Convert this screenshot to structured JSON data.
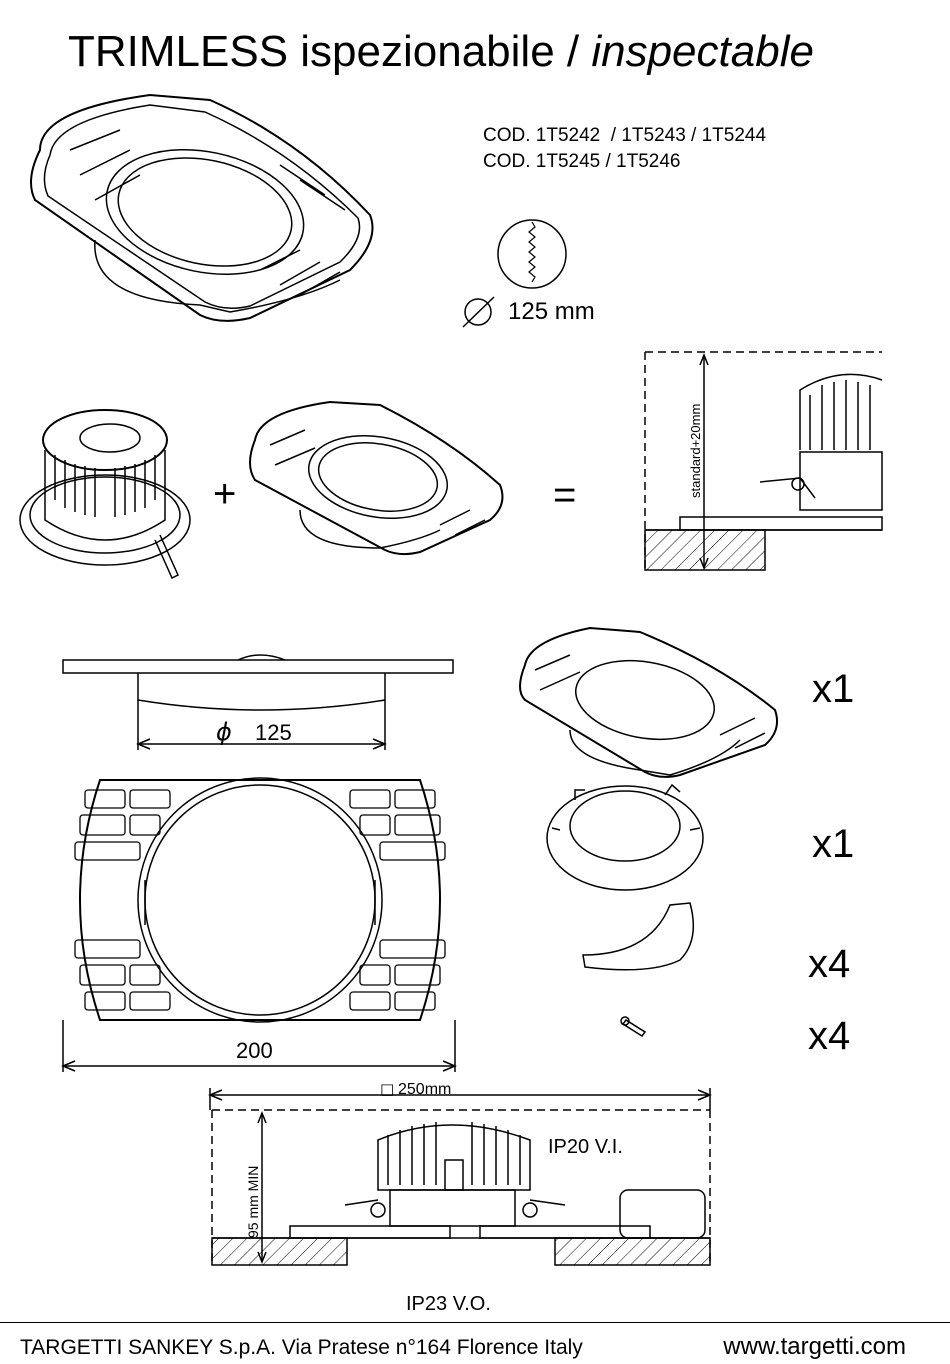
{
  "title": {
    "main": "TRIMLESS ispezionabile / ",
    "italic": "inspectable"
  },
  "codes": {
    "line1": "COD. 1T5242  / 1T5243 / 1T5244",
    "line2": "COD. 1T5245 / 1T5246"
  },
  "hole": {
    "diameter_label": "125 mm"
  },
  "assembly": {
    "plus": "+",
    "equals": "=",
    "height_label": "standard+20mm"
  },
  "dimensions": {
    "diameter": "125",
    "width": "200",
    "square": "250mm",
    "min_depth": "95  mm MIN"
  },
  "kit": [
    {
      "item": "mounting frame",
      "qty": "x1"
    },
    {
      "item": "ring",
      "qty": "x1"
    },
    {
      "item": "segment",
      "qty": "x4"
    },
    {
      "item": "screw",
      "qty": "x4"
    }
  ],
  "ratings": {
    "ip_inside": "IP20 V.I.",
    "ip_outside": "IP23 V.O."
  },
  "footer": {
    "company": "TARGETTI SANKEY S.p.A. Via Pratese n°164 Florence Italy",
    "website": "www.targetti.com"
  }
}
